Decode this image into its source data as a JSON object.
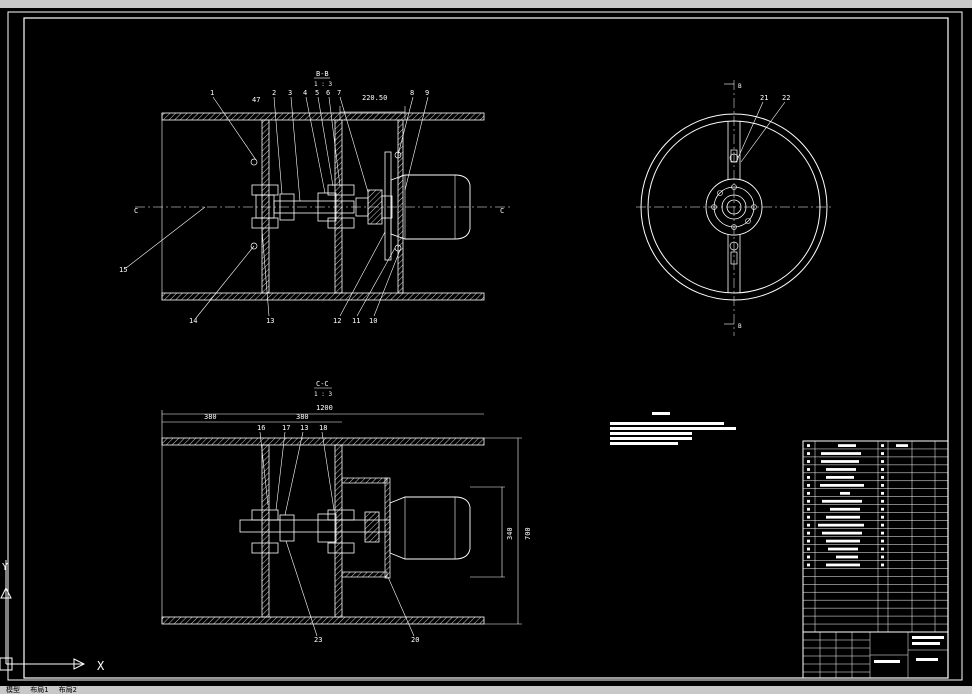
{
  "views": {
    "section_bb": {
      "title": "B-B",
      "scale": "1 : 3",
      "dim_top": "220.50"
    },
    "section_cc": {
      "title": "C-C",
      "scale": "1 : 3",
      "dim_overall": "1200",
      "dim_left": "380",
      "dim_mid": "380",
      "dim_v1": "340",
      "dim_v2": "700"
    },
    "cut_marks": {
      "c_left": "C",
      "c_right": "C",
      "b_top": "B",
      "b_bottom": "B"
    }
  },
  "part_numbers": {
    "top": [
      "1",
      "47",
      "2",
      "3",
      "4",
      "5",
      "6",
      "7",
      "8",
      "9"
    ],
    "left": "15",
    "bottom": [
      "14",
      "13",
      "12",
      "11",
      "10"
    ],
    "front": [
      "21",
      "22"
    ],
    "lower_top": [
      "16",
      "17",
      "13",
      "18"
    ],
    "lower_bottom": [
      "23",
      "20"
    ]
  },
  "ucs": {
    "y": "Y",
    "x": "X"
  },
  "status_tabs": [
    "模型",
    "布局1",
    "布局2"
  ]
}
